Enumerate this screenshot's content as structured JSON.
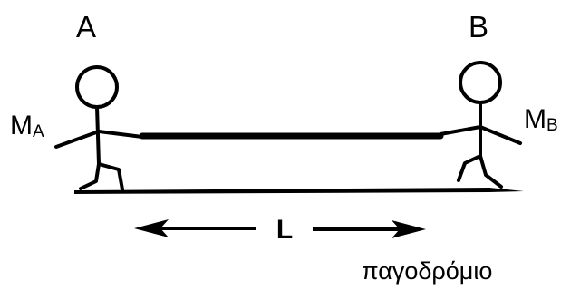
{
  "labels": {
    "person_a": "A",
    "person_b": "B",
    "mass_a_main": "M",
    "mass_a_sub": "A",
    "mass_b_main": "M",
    "mass_b_sub": "B",
    "distance": "L",
    "surface": "παγοδρόμιο"
  },
  "colors": {
    "ink": "#000000",
    "background": "#ffffff"
  }
}
